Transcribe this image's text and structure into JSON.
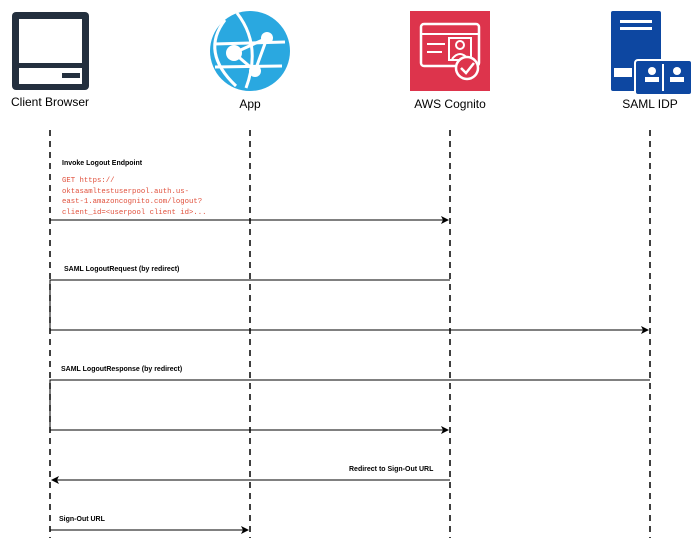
{
  "actors": [
    {
      "id": "client",
      "label": "Client Browser",
      "icon": "computer-monitor-icon"
    },
    {
      "id": "app",
      "label": "App",
      "icon": "web-app-globe-icon"
    },
    {
      "id": "cognito",
      "label": "AWS Cognito",
      "icon": "cognito-identity-card-icon"
    },
    {
      "id": "idp",
      "label": "SAML IDP",
      "icon": "server-directory-icon"
    }
  ],
  "messages": [
    {
      "label": "Invoke Logout Endpoint",
      "code": [
        "GET https://",
        "oktasamltestuserpool.auth.us-",
        "east-1.amazoncognito.com/logout?",
        "client_id=<userpool client id>..."
      ]
    },
    {
      "label": "SAML LogoutRequest (by redirect)"
    },
    {
      "label": "SAML LogoutResponse (by redirect)"
    },
    {
      "label": "Redirect to Sign-Out URL"
    },
    {
      "label": "Sign-Out URL"
    }
  ],
  "colors": {
    "monitor": "#232f3e",
    "app_blue": "#2aa8e0",
    "cognito_red": "#dd344c",
    "idp_blue": "#0d47a1",
    "code_red": "#e0503c"
  }
}
